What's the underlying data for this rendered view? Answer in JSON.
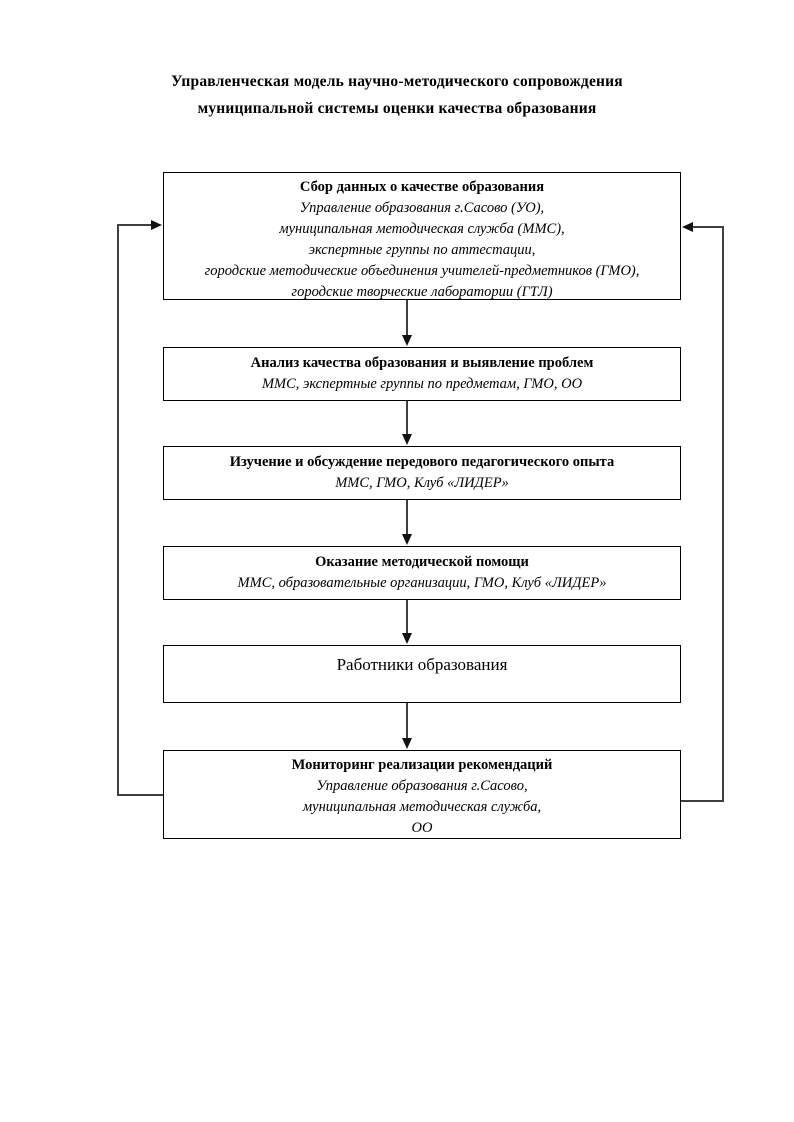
{
  "page_title": {
    "line1": "Управленческая модель научно-методического сопровождения",
    "line2": "муниципальной системы оценки качества образования"
  },
  "boxes": [
    {
      "title": "Сбор данных о качестве образования",
      "subtitle_lines": [
        "Управление образования г.Сасово (УО),",
        "муниципальная методическая служба (ММС),",
        "экспертные группы по аттестации,",
        "городские методические объединения учителей-предметников (ГМО),",
        "городские творческие лаборатории (ГТЛ)"
      ]
    },
    {
      "title": "Анализ качества образования и выявление проблем",
      "subtitle_lines": [
        "ММС, экспертные группы по предметам, ГМО, ОО"
      ]
    },
    {
      "title": "Изучение и обсуждение передового педагогического опыта",
      "subtitle_lines": [
        "ММС,  ГМО, Клуб «ЛИДЕР»"
      ]
    },
    {
      "title": "Оказание методической помощи",
      "subtitle_lines": [
        "ММС,  образовательные организации, ГМО, Клуб «ЛИДЕР»"
      ]
    },
    {
      "title": "Работники образования",
      "subtitle_lines": []
    },
    {
      "title": "Мониторинг реализации рекомендаций",
      "subtitle_lines": [
        "Управление образования г.Сасово,",
        "муниципальная методическая служба,",
        "ОО"
      ]
    }
  ],
  "colors": {
    "box_border": "#000000",
    "connector": "#3f3f3f",
    "arrowhead": "#111111",
    "text": "#000000",
    "background": "#ffffff"
  }
}
